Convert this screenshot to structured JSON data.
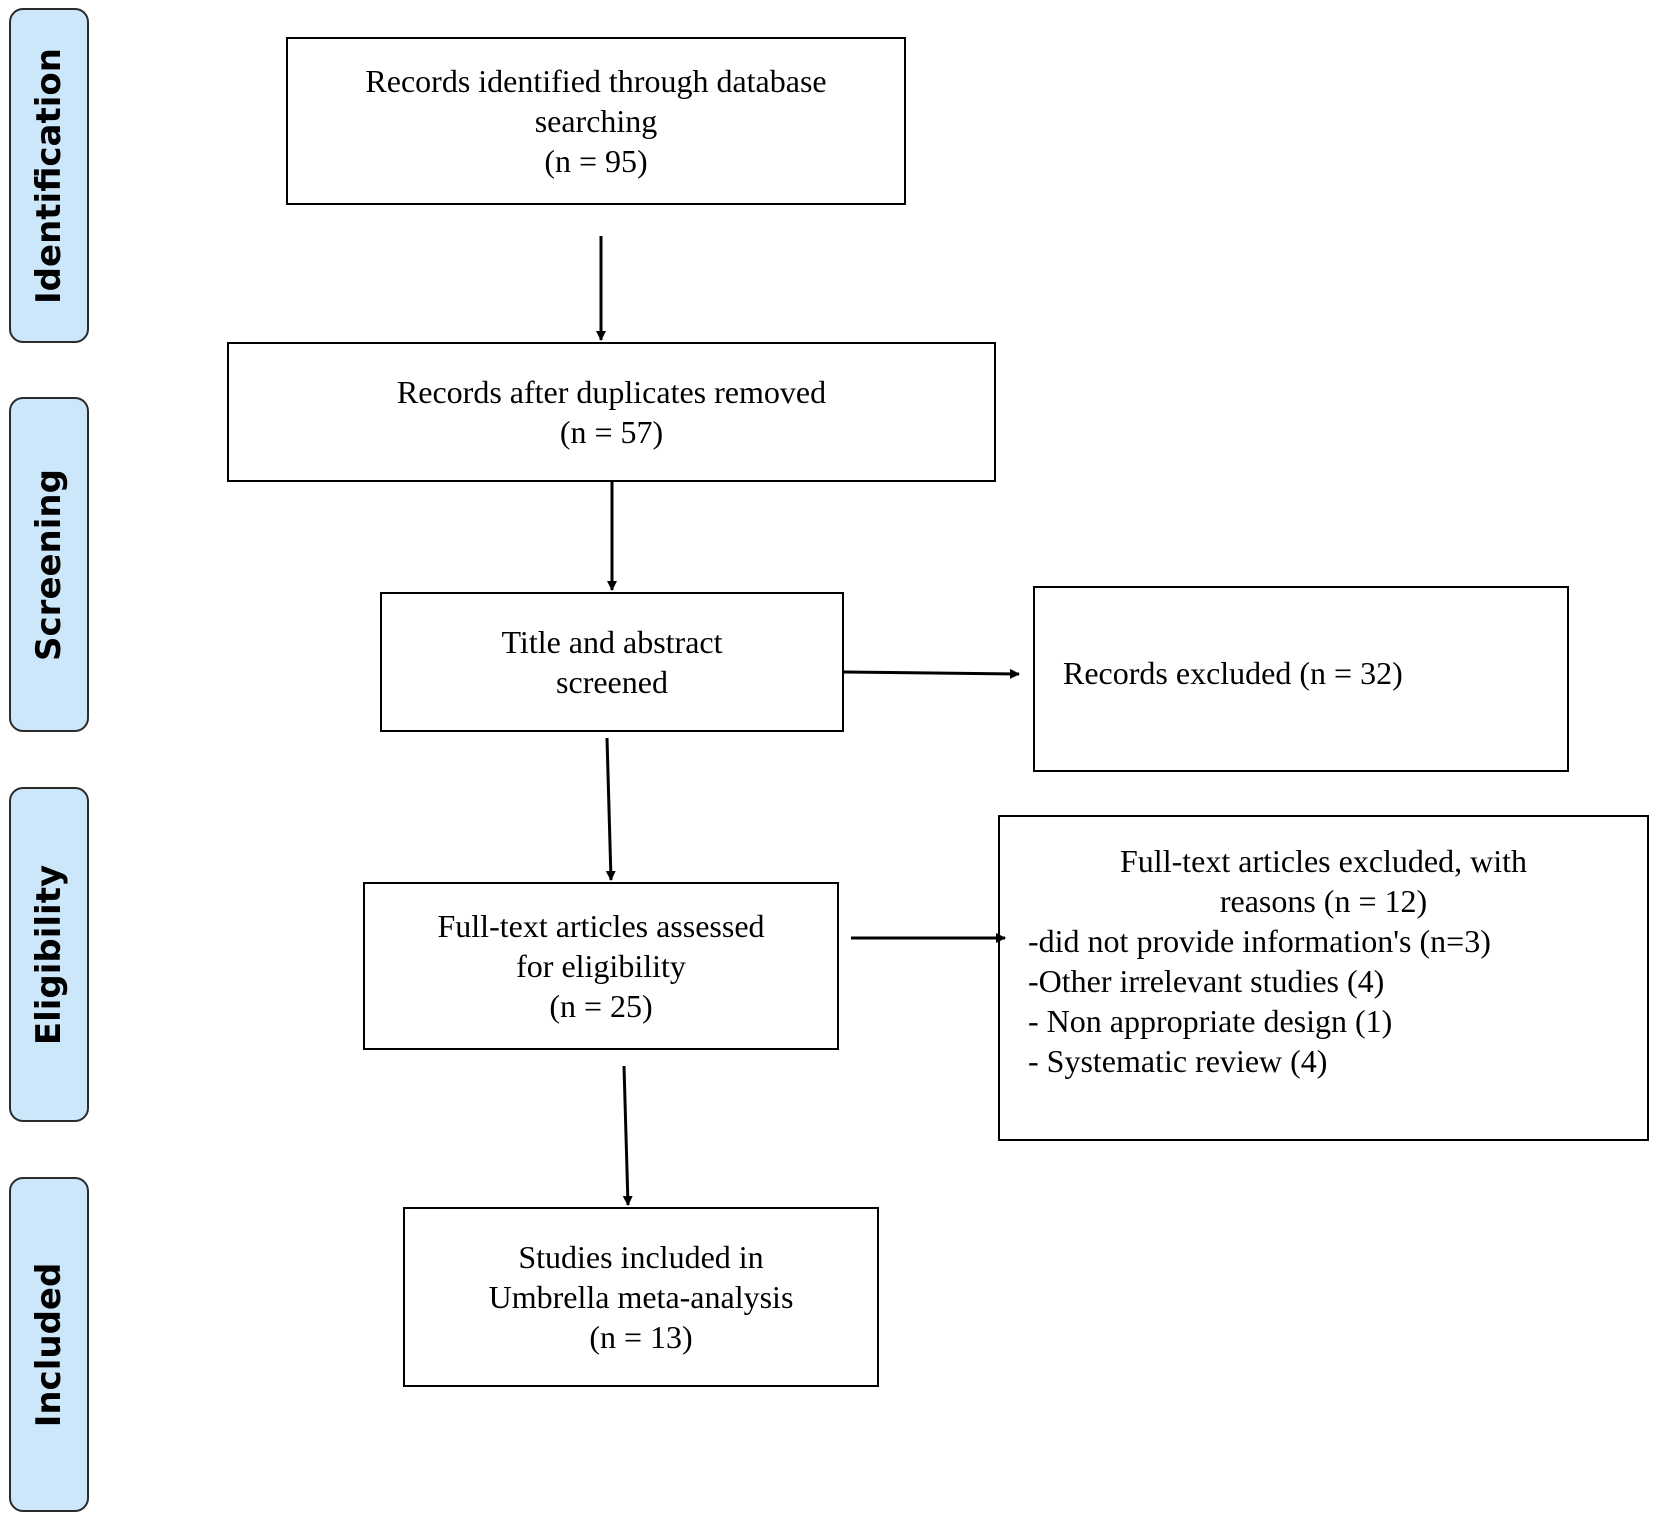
{
  "phases": {
    "identification": "Identification",
    "screening": "Screening",
    "eligibility": "Eligibility",
    "included": "Included"
  },
  "boxes": {
    "identified": {
      "line1": "Records identified through database",
      "line2": "searching",
      "line3": "(n = 95)"
    },
    "duplicates_removed": {
      "line1": "Records after duplicates removed",
      "line2": "(n = 57)"
    },
    "screened": {
      "line1": "Title and abstract",
      "line2": "screened"
    },
    "records_excluded": {
      "line1": "Records excluded (n = 32)"
    },
    "full_text_assessed": {
      "line1": "Full-text articles assessed",
      "line2": "for eligibility",
      "line3": "(n = 25)"
    },
    "full_text_excluded": {
      "line1": "Full-text articles excluded, with",
      "line2": "reasons (n = 12)",
      "reasons": [
        "-did not provide information's (n=3)",
        "-Other irrelevant studies (4)",
        "- Non appropriate design (1)",
        "- Systematic review (4)"
      ]
    },
    "included": {
      "line1": "Studies included in",
      "line2": "Umbrella meta-analysis",
      "line3": "(n = 13)"
    }
  }
}
